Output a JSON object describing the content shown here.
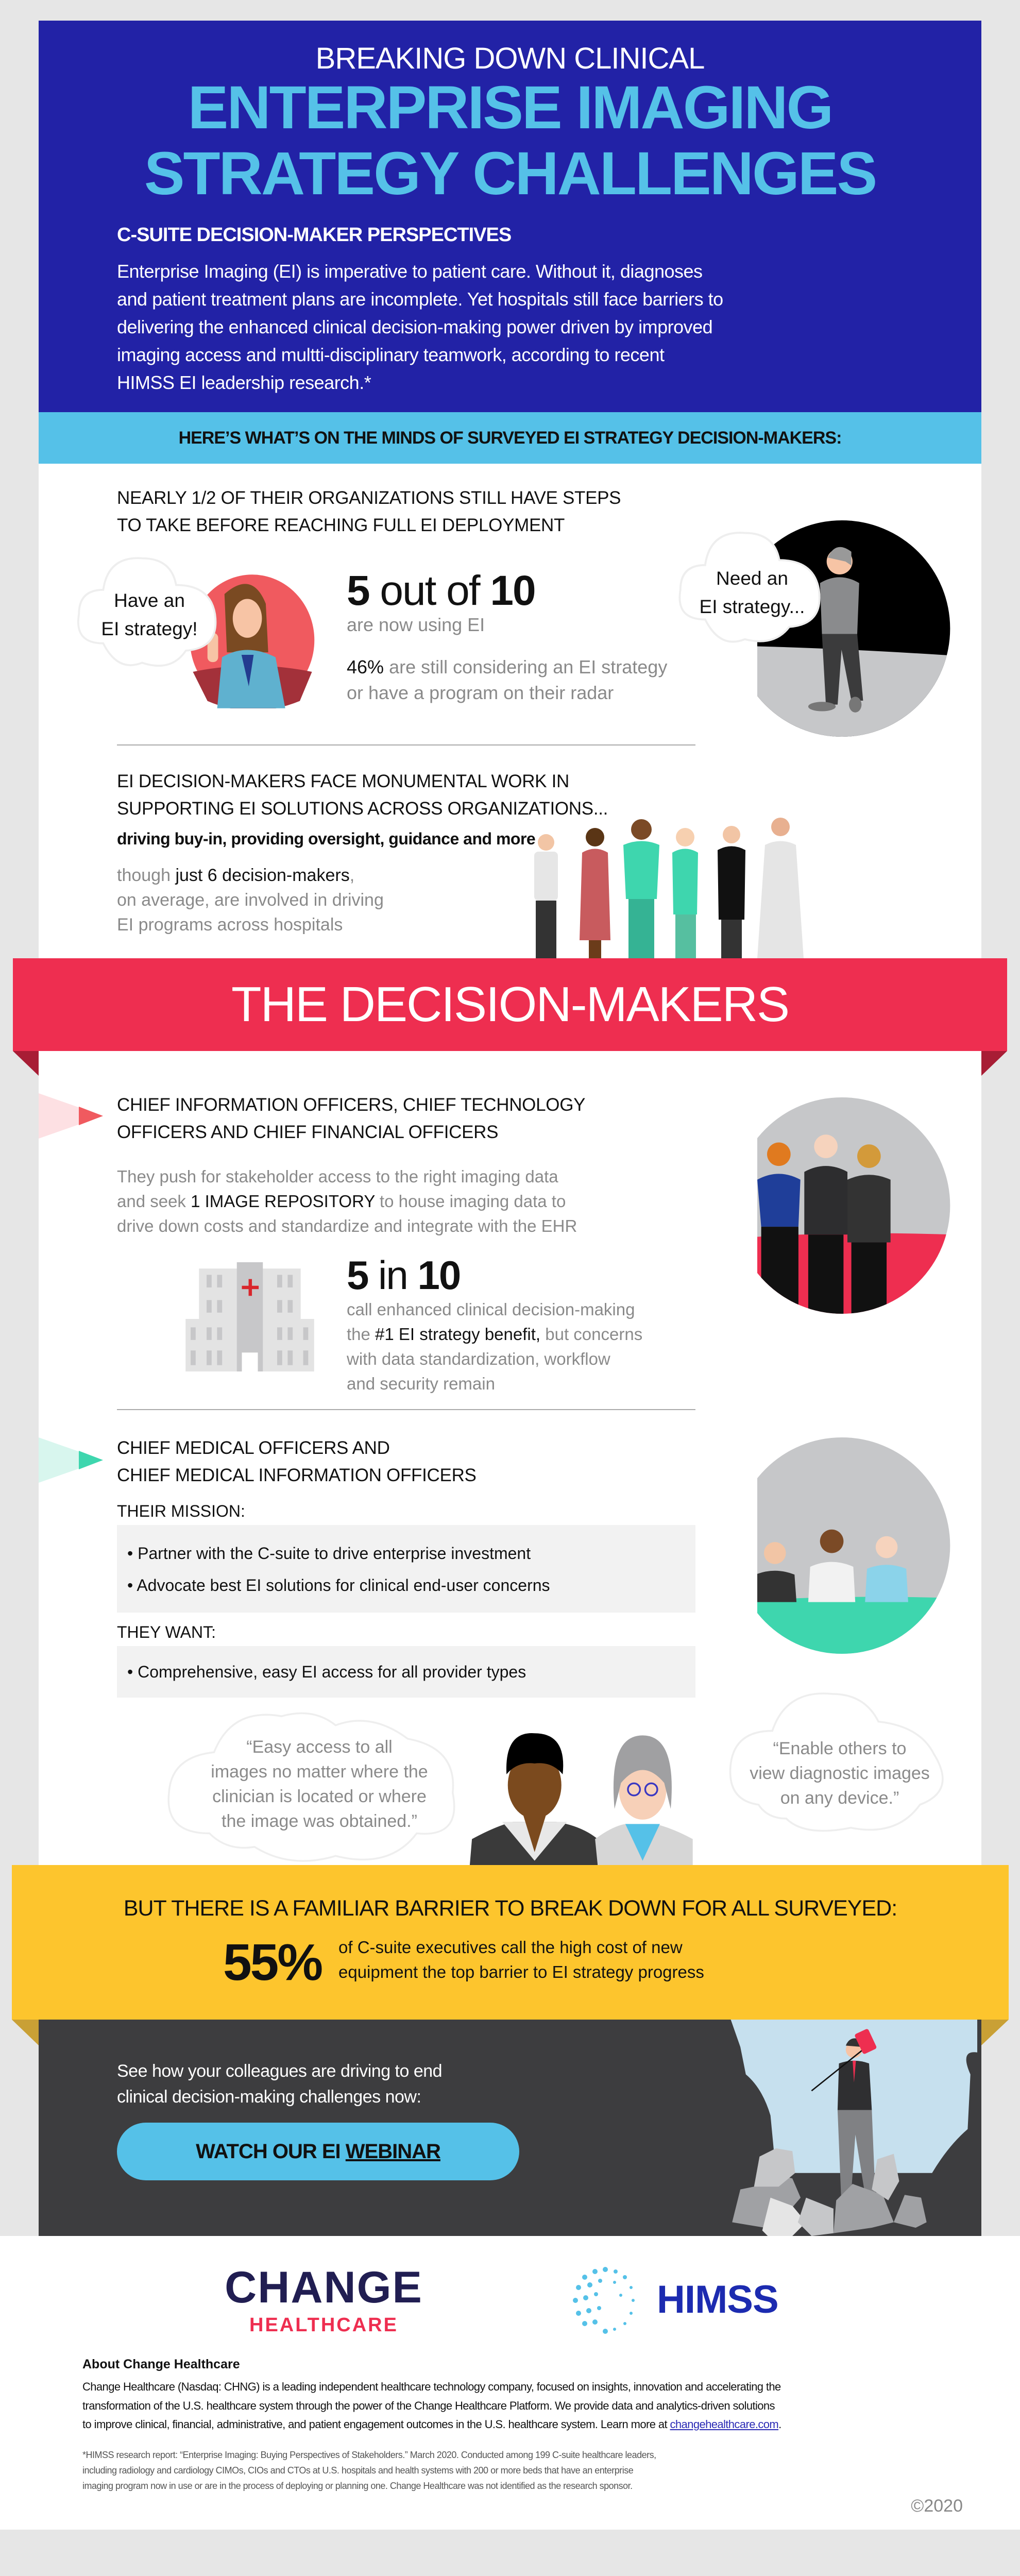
{
  "header": {
    "pre_title": "BREAKING DOWN CLINICAL",
    "title_lines": [
      "ENTERPRISE IMAGING",
      "STRATEGY CHALLENGES"
    ],
    "subtitle": "C-SUITE DECISION-MAKER PERSPECTIVES",
    "intro_lines": [
      "Enterprise Imaging (EI) is imperative to patient care. Without it, diagnoses",
      "and patient treatment plans are incomplete. Yet hospitals still face barriers to",
      "delivering the enhanced clinical decision-making power driven by improved",
      "imaging access and multti-disciplinary teamwork, according to recent",
      "HIMSS EI leadership research.*"
    ]
  },
  "band": {
    "text": "HERE’S WHAT’S ON THE MINDS OF SURVEYED EI STRATEGY DECISION-MAKERS:"
  },
  "deployment": {
    "heading_lines": [
      "NEARLY 1/2 OF THEIR ORGANIZATIONS STILL HAVE STEPS",
      "TO TAKE BEFORE REACHING FULL EI DEPLOYMENT"
    ],
    "cloud_left": [
      "Have an",
      "EI strategy!"
    ],
    "cloud_right": [
      "Need an",
      "EI strategy..."
    ],
    "stat_num": "5",
    "stat_mid": " out of ",
    "stat_den": "10",
    "stat_caption": "are now using EI",
    "pct": "46%",
    "pct_text_1": " are still considering an EI strategy",
    "pct_text_2": "or have a program on their radar"
  },
  "workload": {
    "heading_lines": [
      "EI DECISION-MAKERS FACE MONUMENTAL WORK IN",
      "SUPPORTING EI SOLUTIONS ACROSS ORGANIZATIONS..."
    ],
    "bold_line": "driving buy-in, providing oversight, guidance and more",
    "text_a": "though ",
    "text_b": "just 6 decision-makers",
    "text_c": ",",
    "text_lines": [
      "on average, are involved in driving",
      "EI programs across hospitals"
    ]
  },
  "banner": {
    "title": "THE DECISION-MAKERS"
  },
  "cio": {
    "heading_lines": [
      "CHIEF INFORMATION OFFICERS, CHIEF TECHNOLOGY",
      "OFFICERS AND CHIEF FINANCIAL OFFICERS"
    ],
    "para_1": "They push for stakeholder access to the right imaging data",
    "para_2a": "and seek ",
    "para_2b": "1 IMAGE REPOSITORY",
    "para_2c": " to house imaging data to",
    "para_3": "drive down costs and standardize and integrate with the EHR",
    "stat_num": "5",
    "stat_mid": " in ",
    "stat_den": "10",
    "stat_1": "call enhanced clinical decision-making",
    "stat_2a": "the ",
    "stat_2b": "#1 EI strategy benefit,",
    "stat_2c": " but concerns",
    "stat_3": "with data standardization, workflow",
    "stat_4": "and security remain"
  },
  "cmo": {
    "heading_lines": [
      "CHIEF MEDICAL OFFICERS AND",
      "CHIEF MEDICAL INFORMATION OFFICERS"
    ],
    "mission_label": "THEIR MISSION:",
    "mission_items": [
      "• Partner with the C-suite to drive enterprise investment",
      "• Advocate best EI solutions for clinical end-user concerns"
    ],
    "want_label": "THEY WANT:",
    "want_items": [
      "• Comprehensive, easy EI access for all provider types"
    ],
    "quote_left": [
      "“Easy access to all",
      "images no matter where the",
      "clinician is located or where",
      "the image was obtained.”"
    ],
    "quote_right": [
      "“Enable others to",
      "view diagnostic images",
      "on any device.”"
    ]
  },
  "barrier": {
    "heading": "BUT THERE IS A FAMILIAR BARRIER TO BREAK DOWN FOR ALL SURVEYED:",
    "pct": "55%",
    "lines": [
      "of C-suite executives call the high cost of new",
      "equipment the top barrier to EI strategy progress"
    ]
  },
  "cta": {
    "lines": [
      "See how your colleagues are driving to end",
      "clinical decision-making challenges now:"
    ],
    "button_a": "WATCH OUR EI ",
    "button_b": "WEBINAR"
  },
  "footer": {
    "logo_change_1": "CHANGE",
    "logo_change_2": "HEALTHCARE",
    "logo_himss": "HIMSS",
    "about_heading": "About Change Healthcare",
    "about_lines": [
      "Change Healthcare (Nasdaq: CHNG) is a leading independent healthcare technology company, focused on insights, innovation and accelerating the",
      "transformation of the U.S. healthcare system through the power of the Change Healthcare Platform. We provide data and analytics-driven solutions",
      "to improve clinical, financial, administrative, and patient engagement outcomes in the U.S. healthcare system. Learn more at "
    ],
    "about_link": "changehealthcare.com",
    "footnote_lines": [
      "*HIMSS research report: “Enterprise Imaging: Buying Perspectives of Stakeholders.” March 2020. Conducted among 199 C-suite healthcare leaders,",
      "including radiology and cardiology CIMOs, CIOs and CTOs at U.S. hospitals and health systems with 200 or more beds that have an enterprise",
      "imaging program now in use or are in the process of deploying or planning one. Change Healthcare was not identified as the research sponsor."
    ],
    "copyright": "©2020"
  },
  "colors": {
    "navy": "#2222a6",
    "cyan": "#55c1e8",
    "red": "#ee2e50",
    "yellow": "#fdc52d",
    "dark": "#3d3d3f",
    "green": "#3ed6ae"
  }
}
